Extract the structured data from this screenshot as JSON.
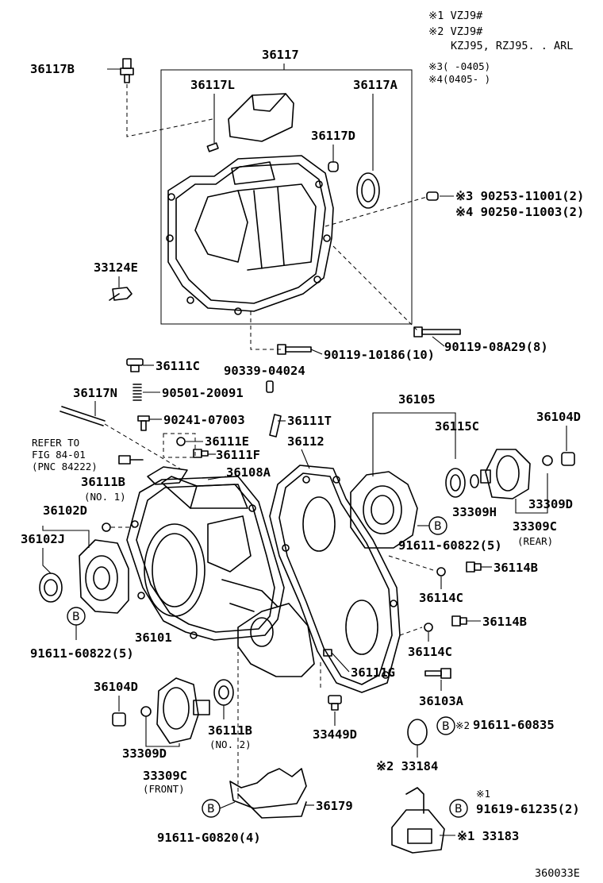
{
  "notes": {
    "n1": "※1 VZJ9#",
    "n2": "※2 VZJ9#",
    "n2b": "KZJ95, RZJ95. . ARL",
    "n3": "※3(    -0405)",
    "n4": "※4(0405-      )"
  },
  "labels": {
    "p36117": "36117",
    "p36117B": "36117B",
    "p36117L": "36117L",
    "p36117A": "36117A",
    "p36117D": "36117D",
    "p33124E": "33124E",
    "b90253": "※3 90253-11001(2)",
    "b90250": "※4 90250-11003(2)",
    "b90119_10186": "90119-10186(10)",
    "b90119_08A29": "90119-08A29(8)",
    "p36111C": "36111C",
    "b90339": "90339-04024",
    "p36117N": "36117N",
    "b90501": "90501-20091",
    "b90241": "90241-07003",
    "p36111T": "36111T",
    "p36111E": "36111E",
    "p36112": "36112",
    "p36111F": "36111F",
    "refer1": "REFER TO",
    "refer2": "FIG 84-01",
    "refer3": "(PNC 84222)",
    "p36108A": "36108A",
    "p36111B1": "36111B",
    "no1": "(NO. 1)",
    "p36102D": "36102D",
    "p36102J": "36102J",
    "p36105": "36105",
    "p36115C": "36115C",
    "p36104D_r": "36104D",
    "p33309H": "33309H",
    "p33309D_r": "33309D",
    "p33309C_r": "33309C",
    "rear": "(REAR)",
    "b91611_r": "91611-60822(5)",
    "p36114B1": "36114B",
    "p36114C1": "36114C",
    "p36114B2": "36114B",
    "p36114C2": "36114C",
    "p36101": "36101",
    "b91611_l": "91611-60822(5)",
    "p36111G": "36111G",
    "p36103A": "36103A",
    "p36104D_f": "36104D",
    "p36111B2": "36111B",
    "no2": "(NO. 2)",
    "p33449D": "33449D",
    "p33309D_f": "33309D",
    "p33309C_f": "33309C",
    "front": "(FRONT)",
    "b91611_60835": "91611-60835",
    "star2a": "※2",
    "p33184": "※2 33184",
    "p36179": "36179",
    "b91611_G0820": "91611-G0820(4)",
    "star1a": "※1",
    "b91619": "91619-61235(2)",
    "p33183": "※1 33183",
    "code": "360033E"
  },
  "symbols": {
    "b": "B"
  }
}
